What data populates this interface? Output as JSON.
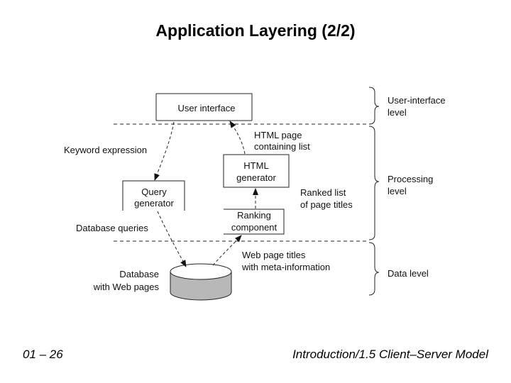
{
  "slide": {
    "title": "Application Layering (2/2)",
    "footer_left": "01 – 26",
    "footer_right": "Introduction/1.5 Client–Server Model"
  },
  "diagram": {
    "boxes": {
      "user_interface": "User interface",
      "html_generator": [
        "HTML",
        "generator"
      ],
      "query_generator": [
        "Query",
        "generator"
      ],
      "ranking_component": [
        "Ranking",
        "component"
      ],
      "database": [
        "Database",
        "with Web pages"
      ]
    },
    "edge_labels": {
      "keyword_expression": "Keyword expression",
      "html_page": [
        "HTML page",
        "containing list"
      ],
      "ranked_list": [
        "Ranked list",
        "of page titles"
      ],
      "database_queries": "Database queries",
      "web_page_titles": [
        "Web page titles",
        "with meta-information"
      ]
    },
    "levels": {
      "user_interface": [
        "User-interface",
        "level"
      ],
      "processing": [
        "Processing",
        "level"
      ],
      "data": "Data level"
    }
  }
}
